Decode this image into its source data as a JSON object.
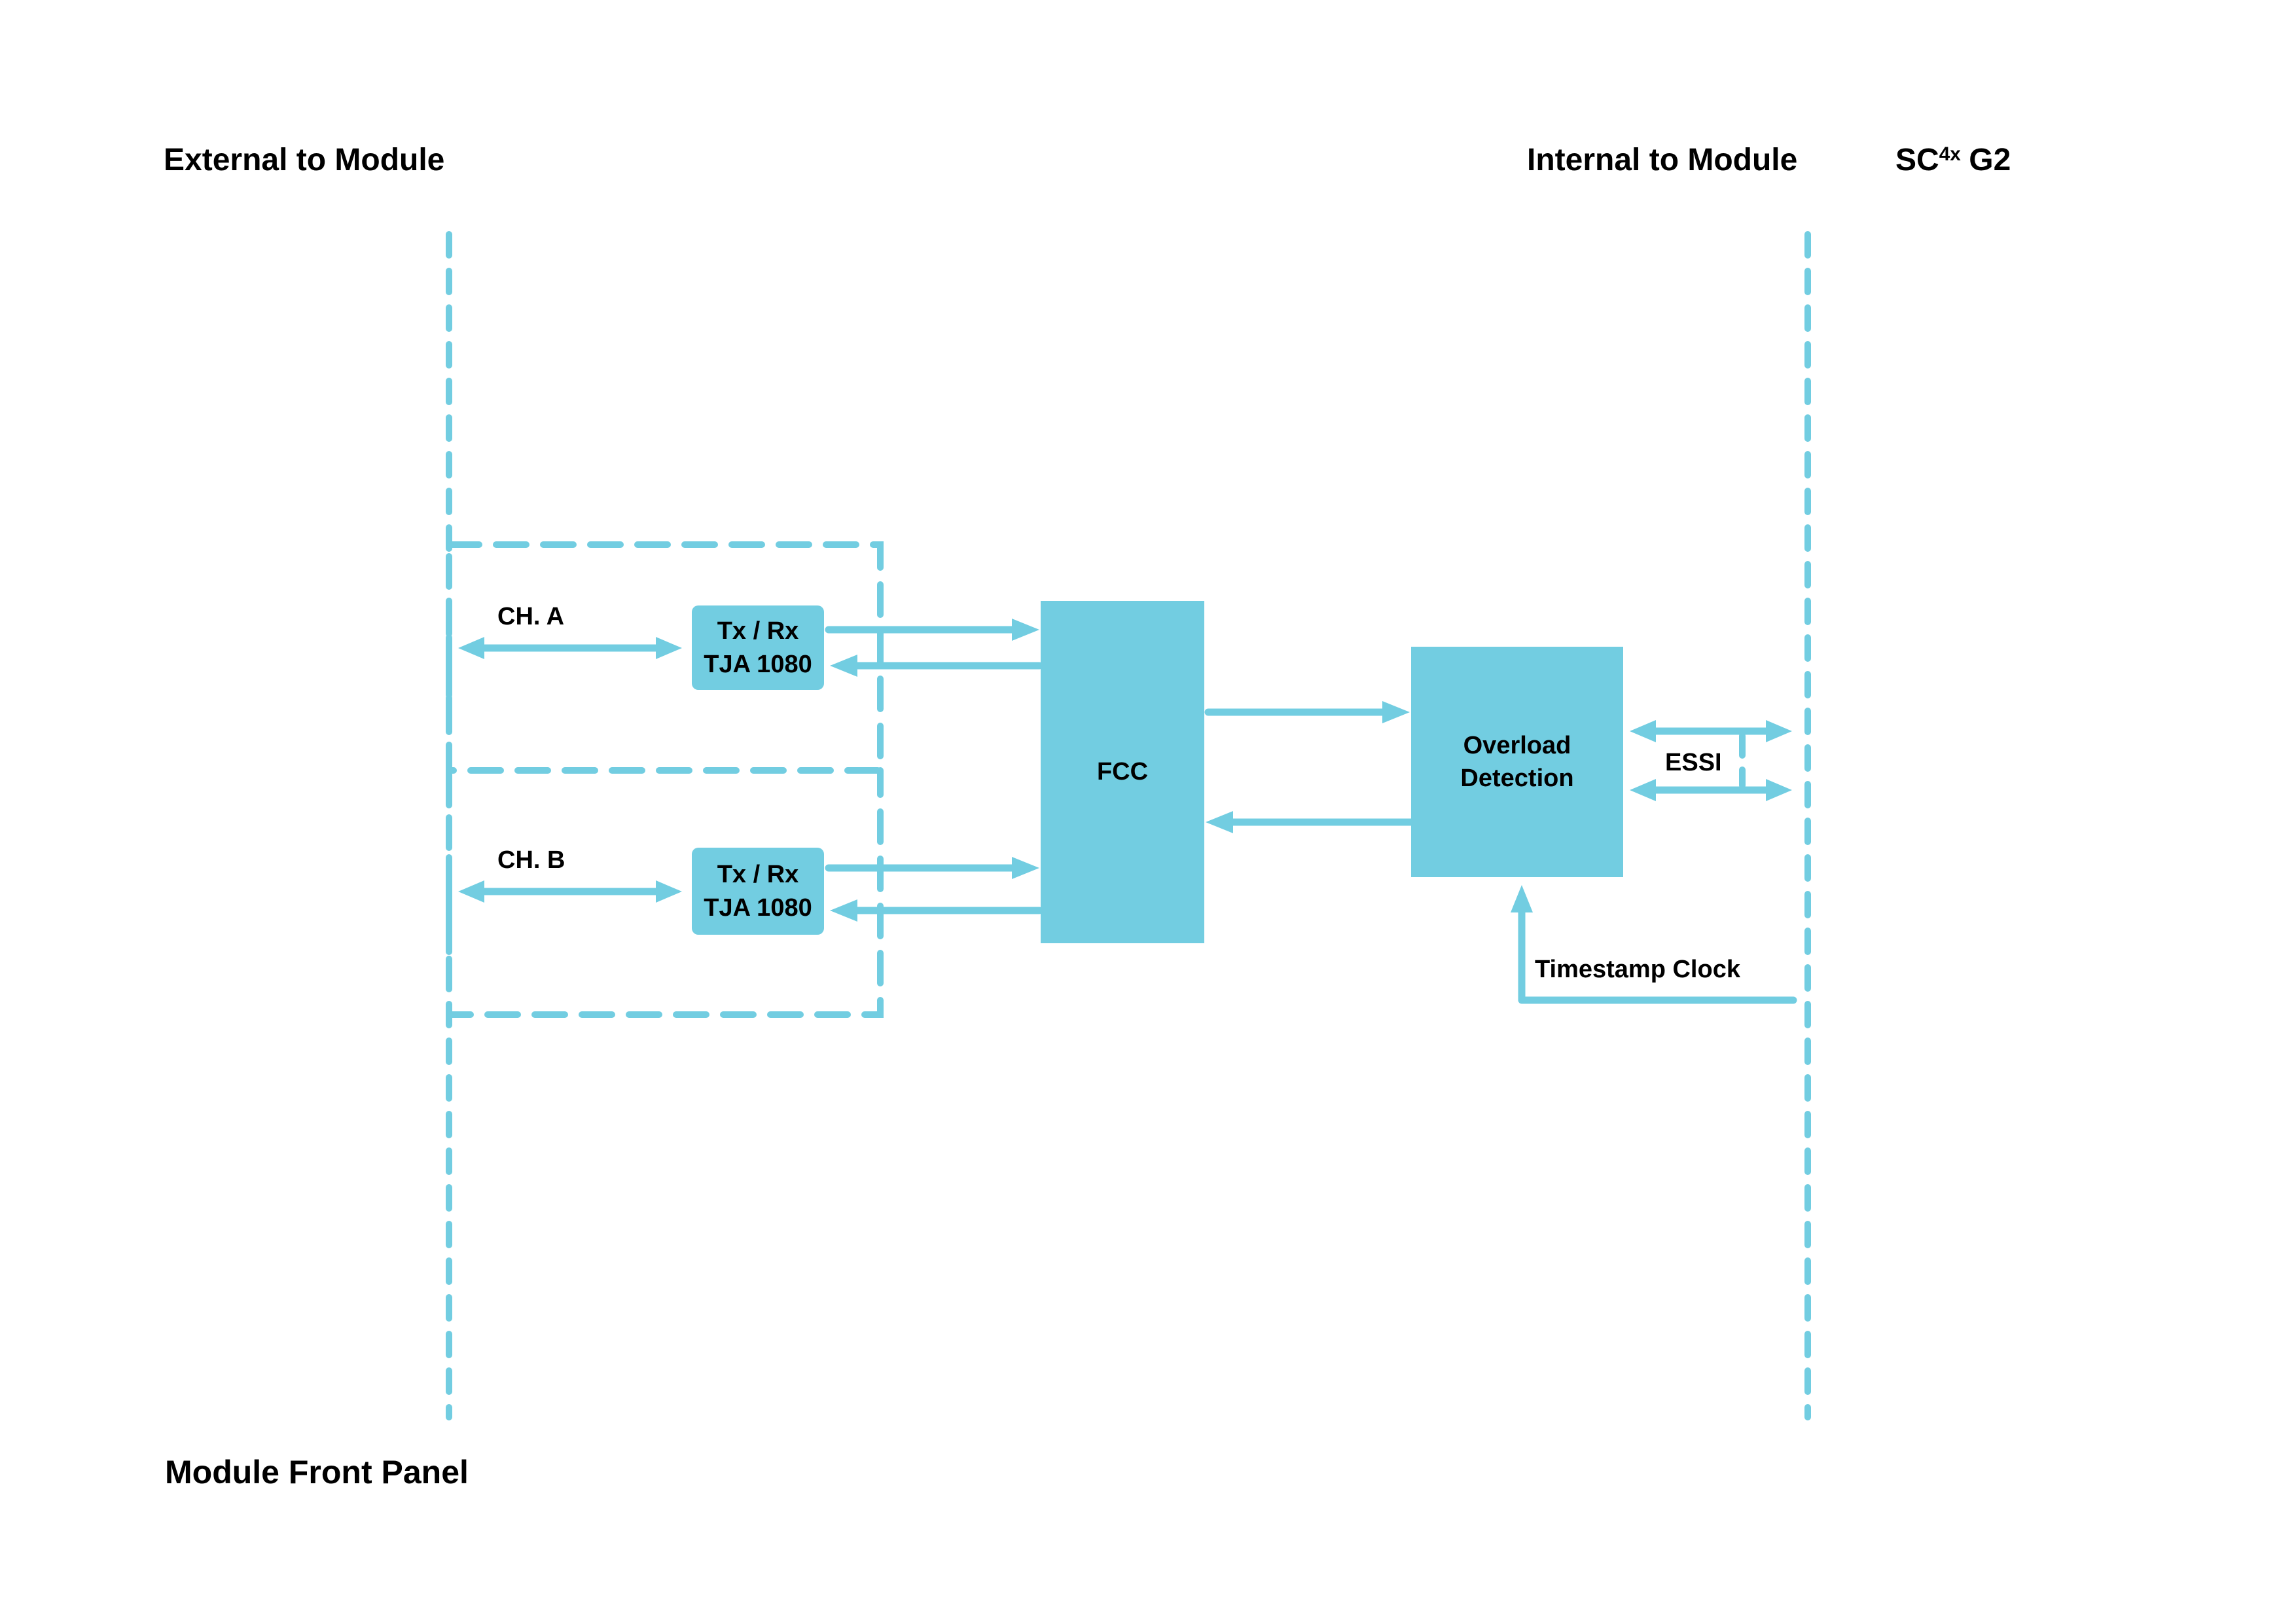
{
  "colors": {
    "accent": "#72CDE1",
    "text": "#000000",
    "background": "#FFFFFF"
  },
  "titles": {
    "external": "External to Module",
    "internal": "Internal to Module",
    "product": {
      "base": "SC",
      "sup": "4x",
      "rest": "G2"
    },
    "front_panel": "Module Front Panel"
  },
  "blocks": {
    "txrx_a": {
      "line1": "Tx / Rx",
      "line2": "TJA 1080"
    },
    "txrx_b": {
      "line1": "Tx / Rx",
      "line2": "TJA 1080"
    },
    "fcc": {
      "label": "FCC"
    },
    "overload": {
      "line1": "Overload",
      "line2": "Detection"
    }
  },
  "labels": {
    "ch_a": "CH. A",
    "ch_b": "CH. B",
    "essi": "ESSI",
    "timestamp": "Timestamp Clock"
  }
}
